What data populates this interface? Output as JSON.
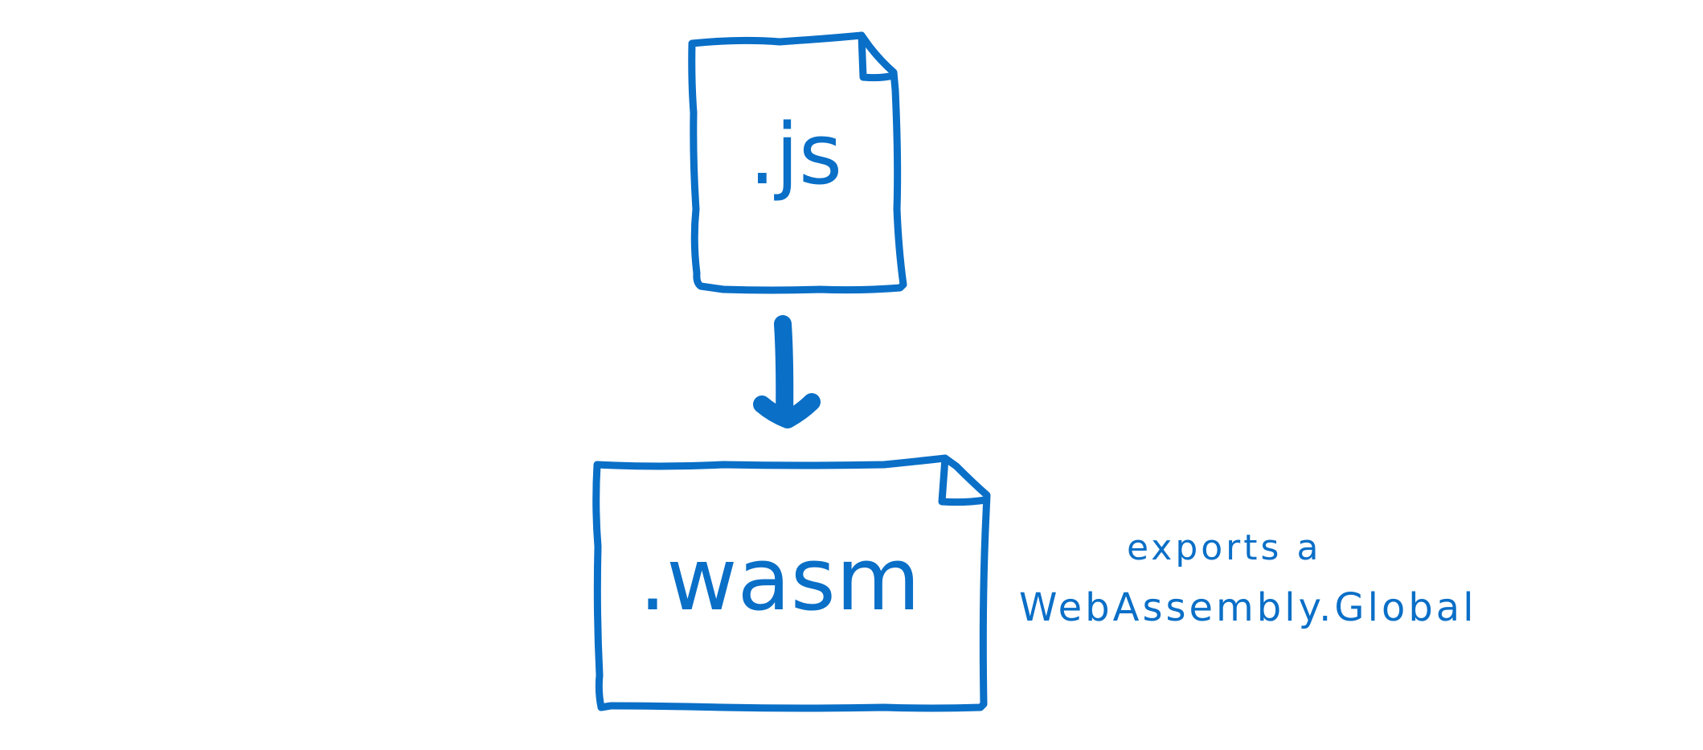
{
  "diagram": {
    "accent_color": "#0a6fc7",
    "top_file": {
      "label": ".js",
      "icon": "file-icon"
    },
    "arrow": {
      "icon": "arrow-down-icon"
    },
    "bottom_file": {
      "label": ".wasm",
      "icon": "file-icon"
    },
    "annotation": {
      "line1": "exports a",
      "line2": "WebAssembly.Global"
    }
  }
}
